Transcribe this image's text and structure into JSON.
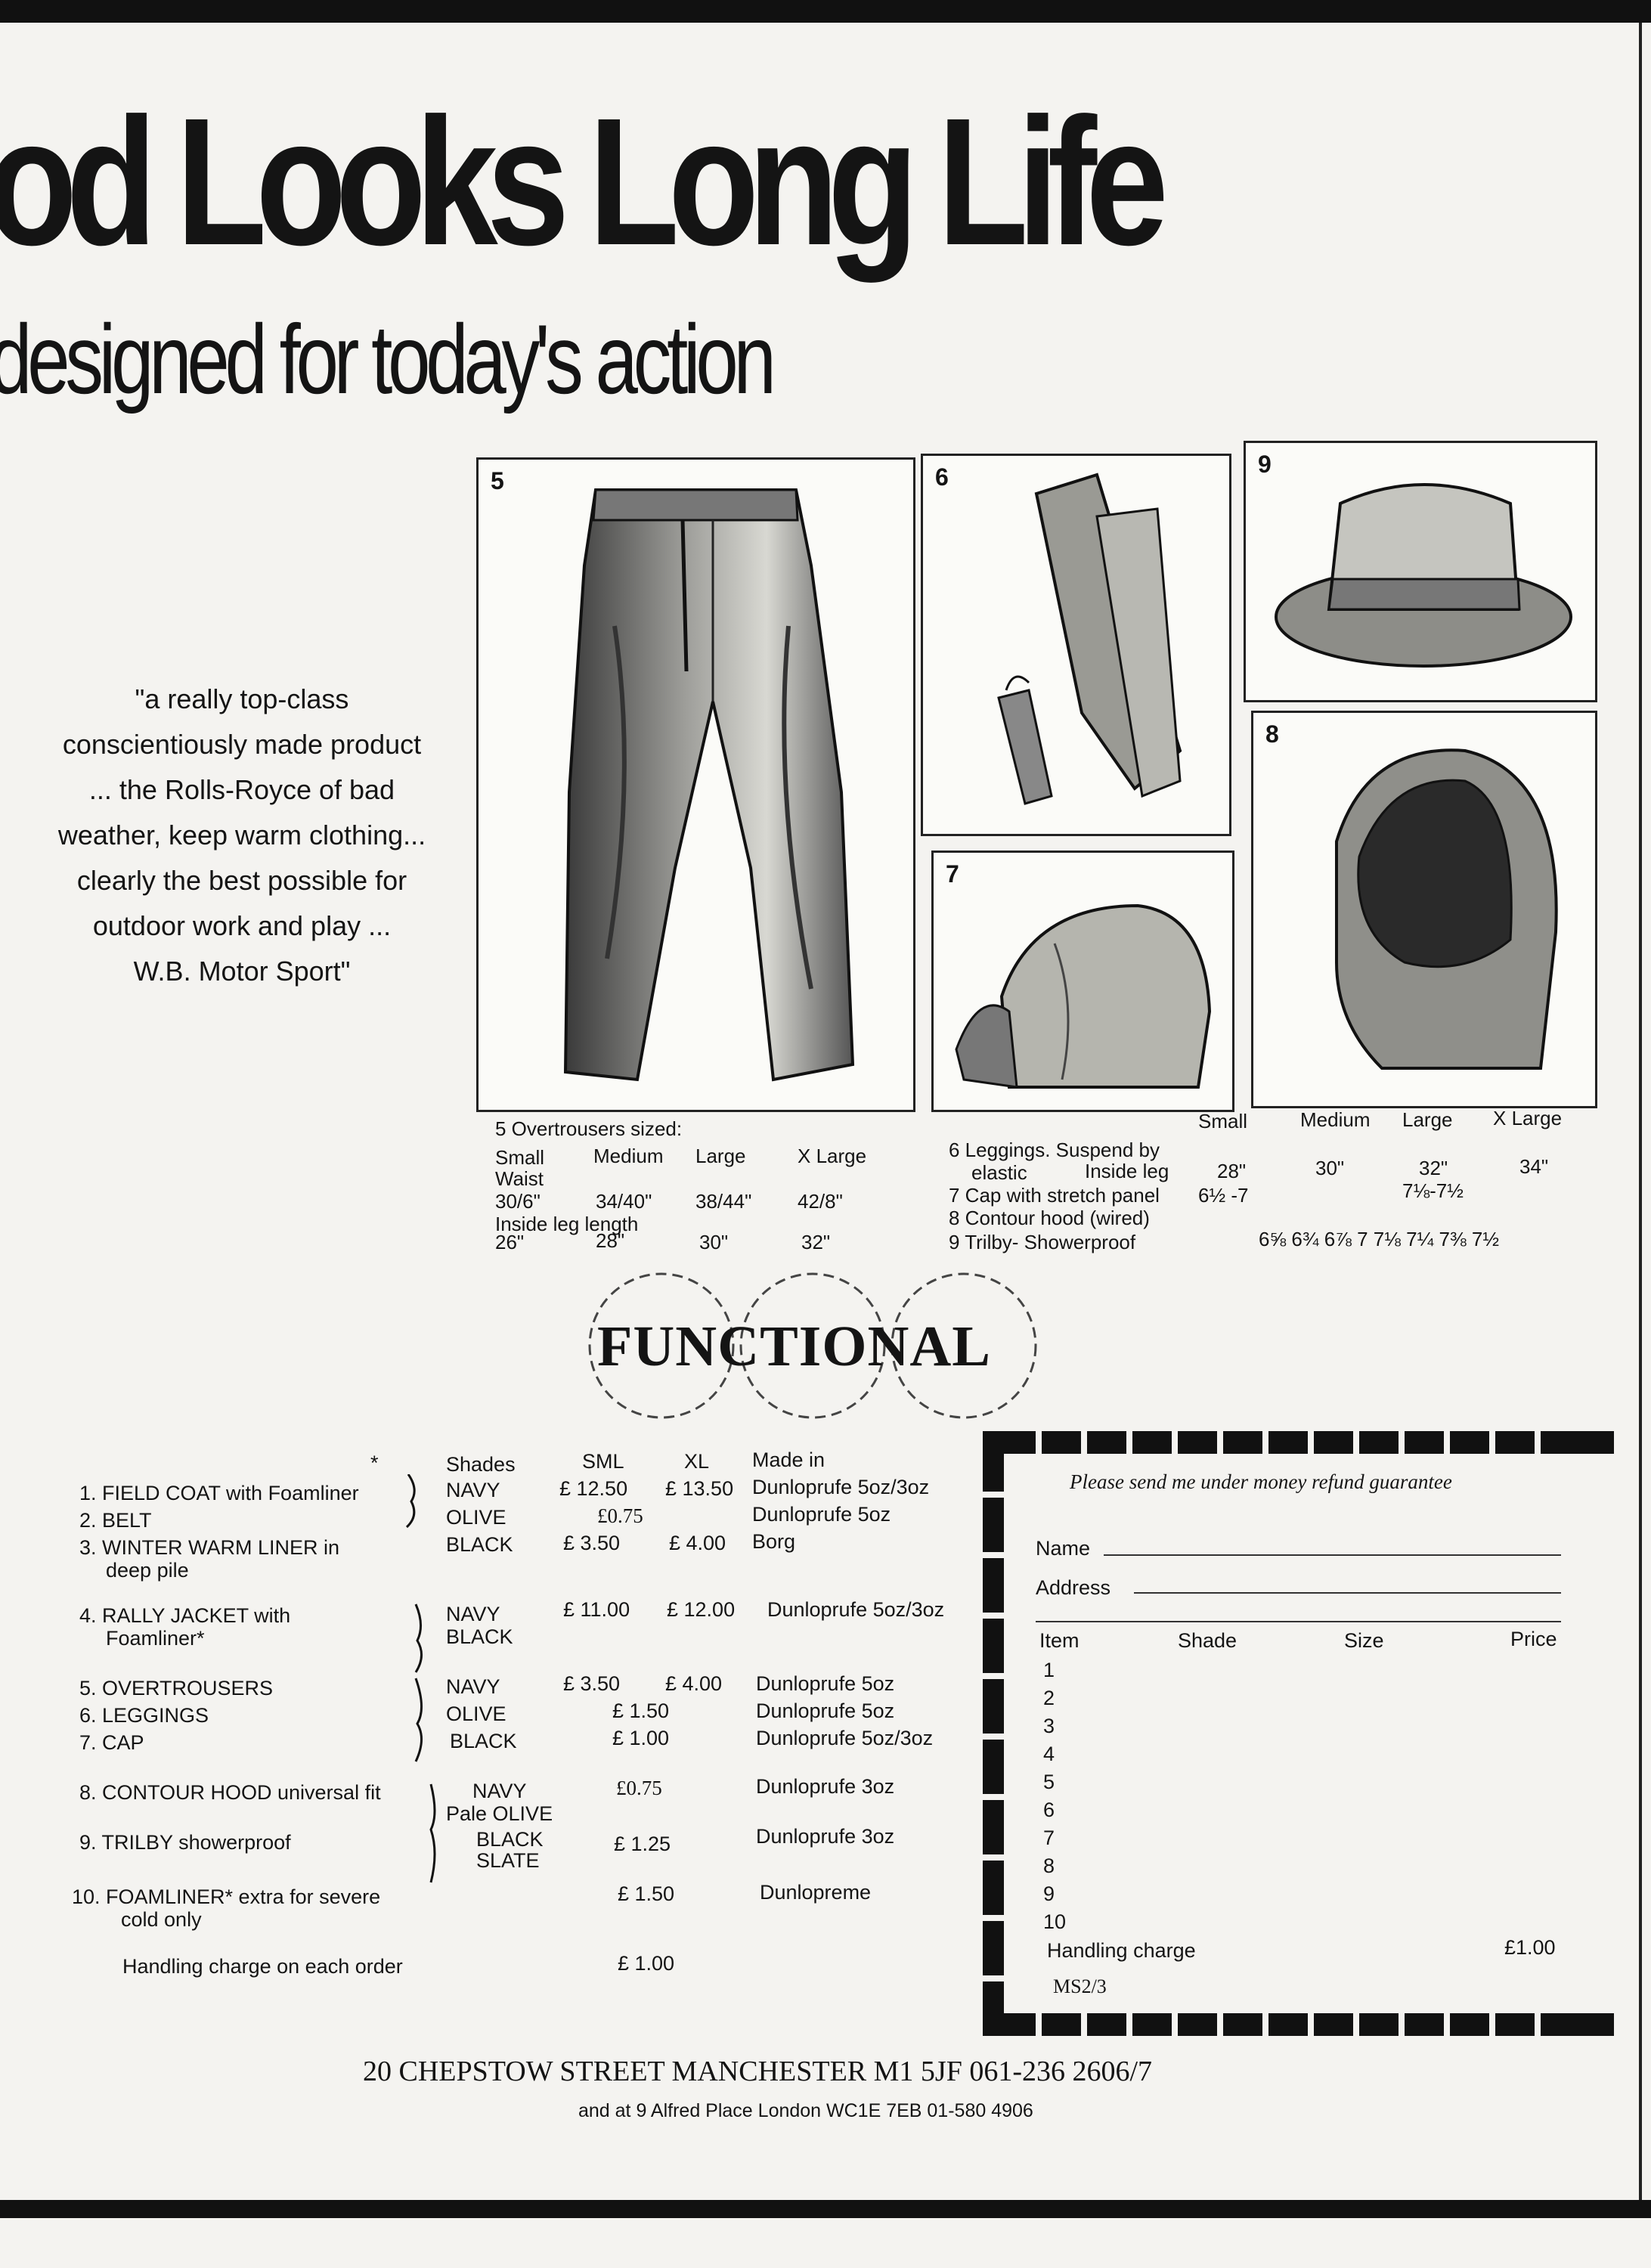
{
  "headline": "od Looks Long Life",
  "subhead": "designed for today's action",
  "quote": {
    "lines": [
      "\"a really top-class",
      "conscientiously made product",
      "... the Rolls-Royce of bad",
      "weather, keep warm clothing...",
      "clearly the best possible for",
      "outdoor work and play ...",
      "W.B. Motor Sport\""
    ]
  },
  "panels": {
    "p5": {
      "number": "5"
    },
    "p6": {
      "number": "6"
    },
    "p7": {
      "number": "7"
    },
    "p8": {
      "number": "8"
    },
    "p9": {
      "number": "9"
    }
  },
  "sizes5": {
    "title": "5  Overtrousers sized:",
    "headers": [
      "Small",
      "Medium",
      "Large",
      "X Large"
    ],
    "waist_label": "Waist",
    "waist": [
      "30/6\"",
      "34/40\"",
      "38/44\"",
      "42/8\""
    ],
    "inside_label": "Inside leg length",
    "inside": [
      "26\"",
      "28\"",
      "30\"",
      "32\""
    ]
  },
  "sizes6": {
    "headers": [
      "Small",
      "Medium",
      "Large",
      "X Large"
    ],
    "line1": "6  Leggings. Suspend by",
    "line2a": "elastic",
    "line2b": "Inside leg",
    "leg": [
      "28\"",
      "30\"",
      "32\"",
      "34\""
    ],
    "cap_line": "7  Cap with stretch panel",
    "cap_small": "6½ -7",
    "cap_large": "7⅛-7½",
    "hood_line": "8  Contour hood (wired)",
    "trilby_line": "9  Trilby- Showerproof",
    "trilby_sizes": "6⅝  6¾  6⅞  7  7⅛  7¼  7⅜  7½"
  },
  "functional": "FUNCTIONAL",
  "order": {
    "star": "*",
    "headers": {
      "shades": "Shades",
      "sml": "SML",
      "xl": "XL",
      "made": "Made in"
    },
    "items": [
      {
        "name": "1. FIELD COAT with Foamliner",
        "shade": "NAVY",
        "sml": "£ 12.50",
        "xl": "£ 13.50",
        "made": "Dunloprufe 5oz/3oz"
      },
      {
        "name": "2. BELT",
        "shade": "OLIVE",
        "sml": "£0.75",
        "xl": "",
        "made": "Dunloprufe 5oz"
      },
      {
        "name": "3. WINTER WARM LINER in",
        "name2": "deep pile",
        "shade": "BLACK",
        "sml": "£ 3.50",
        "xl": "£ 4.00",
        "made": "Borg"
      },
      {
        "name": "4. RALLY JACKET with",
        "name2": "Foamliner*",
        "shade": "NAVY",
        "shade2": "BLACK",
        "sml": "£ 11.00",
        "xl": "£ 12.00",
        "made": "Dunloprufe 5oz/3oz"
      },
      {
        "name": "5. OVERTROUSERS",
        "shade": "NAVY",
        "sml": "£ 3.50",
        "xl": "£ 4.00",
        "made": "Dunloprufe 5oz"
      },
      {
        "name": "6. LEGGINGS",
        "shade": "OLIVE",
        "sml": "£ 1.50",
        "xl": "",
        "made": "Dunloprufe 5oz"
      },
      {
        "name": "7. CAP",
        "shade": "BLACK",
        "sml": "£ 1.00",
        "xl": "",
        "made": "Dunloprufe 5oz/3oz"
      },
      {
        "name": "8. CONTOUR HOOD universal fit",
        "shade": "NAVY",
        "shade2": "Pale OLIVE",
        "sml": "£0.75",
        "xl": "",
        "made": "Dunloprufe 3oz"
      },
      {
        "name": "9. TRILBY showerproof",
        "shade": "BLACK",
        "shade2": "SLATE",
        "sml": "£ 1.25",
        "xl": "",
        "made": "Dunloprufe 3oz"
      },
      {
        "name": "10. FOAMLINER* extra for severe",
        "name2": "cold only",
        "shade": "",
        "sml": "£ 1.50",
        "xl": "",
        "made": "Dunlopreme"
      }
    ],
    "handling_label": "Handling charge on each order",
    "handling_value": "£ 1.00"
  },
  "coupon": {
    "intro": "Please send me under money refund guarantee",
    "name_label": "Name",
    "address_label": "Address",
    "cols": [
      "Item",
      "Shade",
      "Size",
      "Price"
    ],
    "rows": [
      "1",
      "2",
      "3",
      "4",
      "5",
      "6",
      "7",
      "8",
      "9",
      "10"
    ],
    "handling_label": "Handling charge",
    "handling_value": "£1.00",
    "code": "MS2/3"
  },
  "footer": {
    "address": "20 CHEPSTOW STREET   MANCHESTER M1 5JF    061-236 2606/7",
    "branch": "and at 9 Alfred Place London WC1E 7EB 01-580 4906"
  }
}
